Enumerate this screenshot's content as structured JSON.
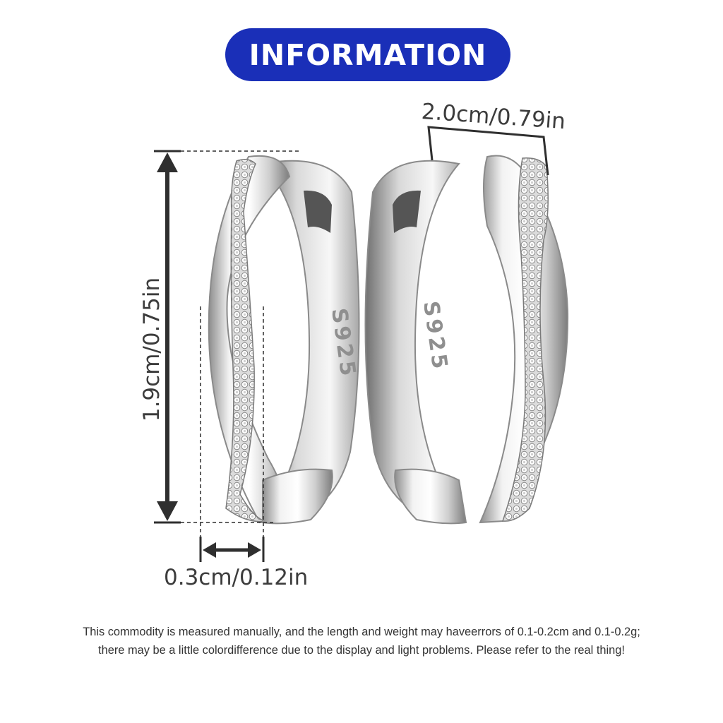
{
  "header": {
    "title": "INFORMATION",
    "color": "#1a2fb8"
  },
  "dimensions": {
    "height": "1.9cm/0.75in",
    "width": "2.0cm/0.79in",
    "thickness": "0.3cm/0.12in"
  },
  "product": {
    "stamp": "S925"
  },
  "disclaimer": {
    "line1": "This commodity is measured manually, and the length and weight may haveerrors of 0.1-0.2cm and 0.1-0.2g;",
    "line2": "there may be a little colordifference due to the display and light problems. Please refer to the real thing!"
  },
  "colors": {
    "dimension_line": "#2f2f2f",
    "metal_light": "#f4f4f4",
    "metal_dark": "#9a9a9a"
  }
}
